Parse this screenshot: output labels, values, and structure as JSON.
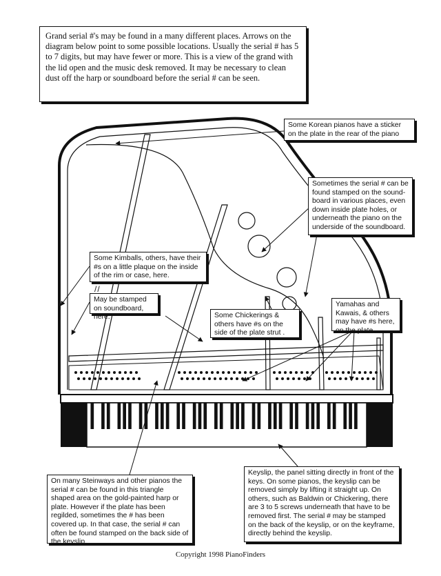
{
  "intro": "Grand serial #'s may be found in a many different places. Arrows on the diagram below point to some possible locations. Usually the serial # has 5 to 7 digits, but may have fewer or more. This is a view of the grand with the lid open and the music desk removed. It may be necessary to clean dust off the harp or soundboard before the serial # can be seen.",
  "callouts": {
    "korean": "Some Korean pianos have a sticker on the plate in the rear of the piano",
    "soundboard_stamp": "Sometimes the serial # can be found stamped on the sound-board in various places, even down inside plate holes, or underneath the piano on the underside of the soundboard.",
    "kimballs": "Some Kimballs, others, have their #s on a little plaque on the inside of the rim or case, here.",
    "may_be_stamped": "May be stamped on soundboard, here.",
    "chickerings": "Some Chickerings & others have #s on the side of the plate strut .",
    "yamahas": "Yamahas and Kawais, & others may have #s here, on the plate.",
    "steinways": "On many Steinways and other pianos the serial # can be found in this triangle shaped area on the gold-painted harp or plate. However if the plate has been regilded, sometimes the # has been covered up. In that case, the serial # can often be found stamped on the back side of the keyslip.",
    "keyslip": "Keyslip, the panel sitting directly in front of the keys. On some pianos, the keyslip can be removed simply by lifting it straight up. On others, such as Baldwin or Chickering, there are 3 to 5 screws underneath that have to be removed first. The serial # may be stamped on the back of the keyslip, or on the keyframe, directly behind the keyslip."
  },
  "marks": "//",
  "copyright": "Copyright 1998 PianoFinders",
  "colors": {
    "ink": "#111111",
    "paper": "#ffffff"
  }
}
